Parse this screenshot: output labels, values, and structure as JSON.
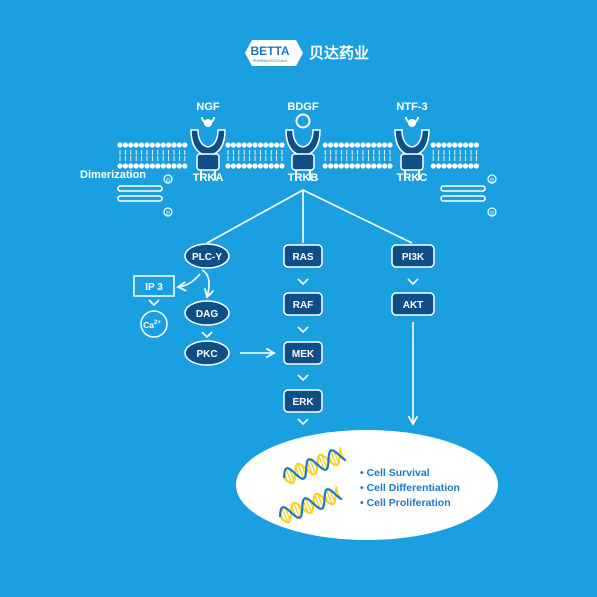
{
  "colors": {
    "background": "#1a9fe0",
    "node_fill": "#0d4f86",
    "line": "#ffffff",
    "dna_yellow": "#f5d327",
    "dna_blue": "#1b78c8"
  },
  "logo": {
    "brand": "BETTA",
    "tagline": "PHARMACEUTICALS",
    "chinese": "贝达药业"
  },
  "ligands": [
    "NGF",
    "BDGF",
    "NTF-3"
  ],
  "receptors": [
    "TRKA",
    "TRKB",
    "TRKC"
  ],
  "dimerization_label": "Dimerization",
  "phospho_label": "p",
  "pathways": {
    "plc": {
      "plcg": "PLC-Y",
      "ip3": "IP 3",
      "ca": "Ca",
      "ca_sup": "2+",
      "dag": "DAG",
      "pkc": "PKC"
    },
    "mapk": [
      "RAS",
      "RAF",
      "MEK",
      "ERK"
    ],
    "pi3k": [
      "PI3K",
      "AKT"
    ]
  },
  "outcomes": [
    "• Cell Survival",
    "• Cell Differentiation",
    "• Cell Proliferation"
  ]
}
